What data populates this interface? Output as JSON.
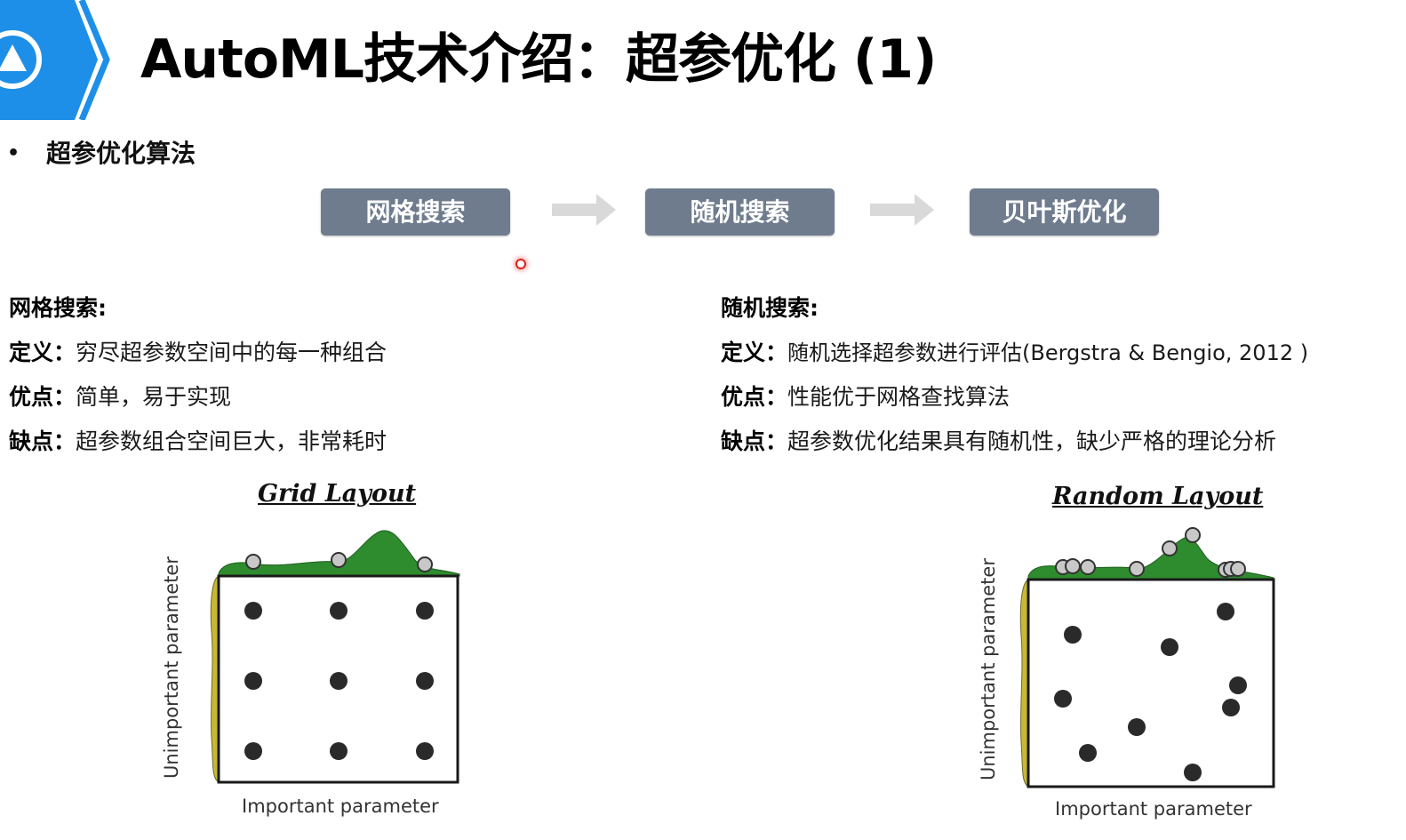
{
  "header": {
    "title": "AutoML技术介绍：超参优化 (1)",
    "logo_icon": "hexagon-triangle-logo-icon",
    "accent_color": "#1e8fe8"
  },
  "section": {
    "bullet": "•",
    "heading": "超参优化算法"
  },
  "flow": {
    "steps": [
      "网格搜索",
      "随机搜索",
      "贝叶斯优化"
    ],
    "step_color": "#6f7c8e",
    "arrow_icon": "right-arrow-icon",
    "arrow_color": "#d9d9d9"
  },
  "grid_search": {
    "heading": "网格搜索:",
    "definition_label": "定义：",
    "definition": "穷尽超参数空间中的每一种组合",
    "pros_label": "优点：",
    "pros": "简单，易于实现",
    "cons_label": "缺点：",
    "cons": "超参数组合空间巨大，非常耗时"
  },
  "random_search": {
    "heading": "随机搜索:",
    "definition_label": "定义：",
    "definition": "随机选择超参数进行评估(Bergstra & Bengio, 2012 )",
    "pros_label": "优点：",
    "pros": "性能优于网格查找算法",
    "cons_label": "缺点：",
    "cons": "超参数优化结果具有随机性，缺少严格的理论分析"
  },
  "diagrams": {
    "grid": {
      "title": "Grid Layout",
      "xlabel": "Important parameter",
      "ylabel": "Unimportant parameter"
    },
    "random": {
      "title": "Random Layout",
      "xlabel": "Important parameter",
      "ylabel": "Unimportant parameter"
    },
    "curve_color": "#2e8b2e",
    "side_curve_color": "#c9b832",
    "point_color": "#2a2a2a"
  }
}
